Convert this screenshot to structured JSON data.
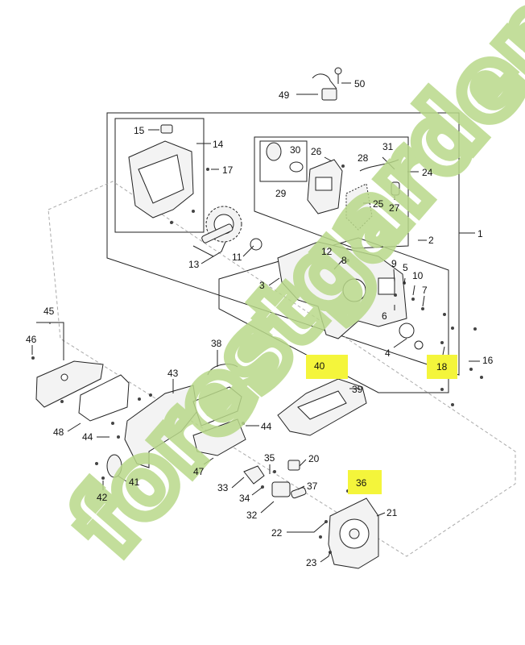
{
  "watermark": {
    "text": "forestgarden.com",
    "colors": {
      "green": "#b9d98a",
      "brown": "#a29888",
      "orange": "#f29a3a"
    }
  },
  "highlight_color": "#f4f53b",
  "parts": [
    {
      "id": "p50",
      "label": "50"
    },
    {
      "id": "p49",
      "label": "49"
    },
    {
      "id": "p1",
      "label": "1"
    },
    {
      "id": "p15",
      "label": "15"
    },
    {
      "id": "p14",
      "label": "14"
    },
    {
      "id": "p17",
      "label": "17"
    },
    {
      "id": "p13",
      "label": "13"
    },
    {
      "id": "p11",
      "label": "11"
    },
    {
      "id": "p30",
      "label": "30"
    },
    {
      "id": "p29",
      "label": "29"
    },
    {
      "id": "p26",
      "label": "26"
    },
    {
      "id": "p28",
      "label": "28"
    },
    {
      "id": "p31",
      "label": "31"
    },
    {
      "id": "p24",
      "label": "24"
    },
    {
      "id": "p25",
      "label": "25"
    },
    {
      "id": "p27",
      "label": "27"
    },
    {
      "id": "p2",
      "label": "2"
    },
    {
      "id": "p12",
      "label": "12"
    },
    {
      "id": "p8",
      "label": "8"
    },
    {
      "id": "p3",
      "label": "3"
    },
    {
      "id": "p9",
      "label": "9"
    },
    {
      "id": "p5",
      "label": "5"
    },
    {
      "id": "p10",
      "label": "10"
    },
    {
      "id": "p7",
      "label": "7"
    },
    {
      "id": "p6",
      "label": "6"
    },
    {
      "id": "p4",
      "label": "4"
    },
    {
      "id": "p18",
      "label": "18"
    },
    {
      "id": "p16",
      "label": "16"
    },
    {
      "id": "p40",
      "label": "40"
    },
    {
      "id": "p39",
      "label": "39"
    },
    {
      "id": "p38",
      "label": "38"
    },
    {
      "id": "p43",
      "label": "43"
    },
    {
      "id": "p45",
      "label": "45"
    },
    {
      "id": "p46",
      "label": "46"
    },
    {
      "id": "p48",
      "label": "48"
    },
    {
      "id": "p44a",
      "label": "44"
    },
    {
      "id": "p44b",
      "label": "44"
    },
    {
      "id": "p47",
      "label": "47"
    },
    {
      "id": "p41",
      "label": "41"
    },
    {
      "id": "p42",
      "label": "42"
    },
    {
      "id": "p35",
      "label": "35"
    },
    {
      "id": "p20",
      "label": "20"
    },
    {
      "id": "p33",
      "label": "33"
    },
    {
      "id": "p34",
      "label": "34"
    },
    {
      "id": "p37",
      "label": "37"
    },
    {
      "id": "p32",
      "label": "32"
    },
    {
      "id": "p36",
      "label": "36"
    },
    {
      "id": "p21",
      "label": "21"
    },
    {
      "id": "p22",
      "label": "22"
    },
    {
      "id": "p23",
      "label": "23"
    }
  ]
}
